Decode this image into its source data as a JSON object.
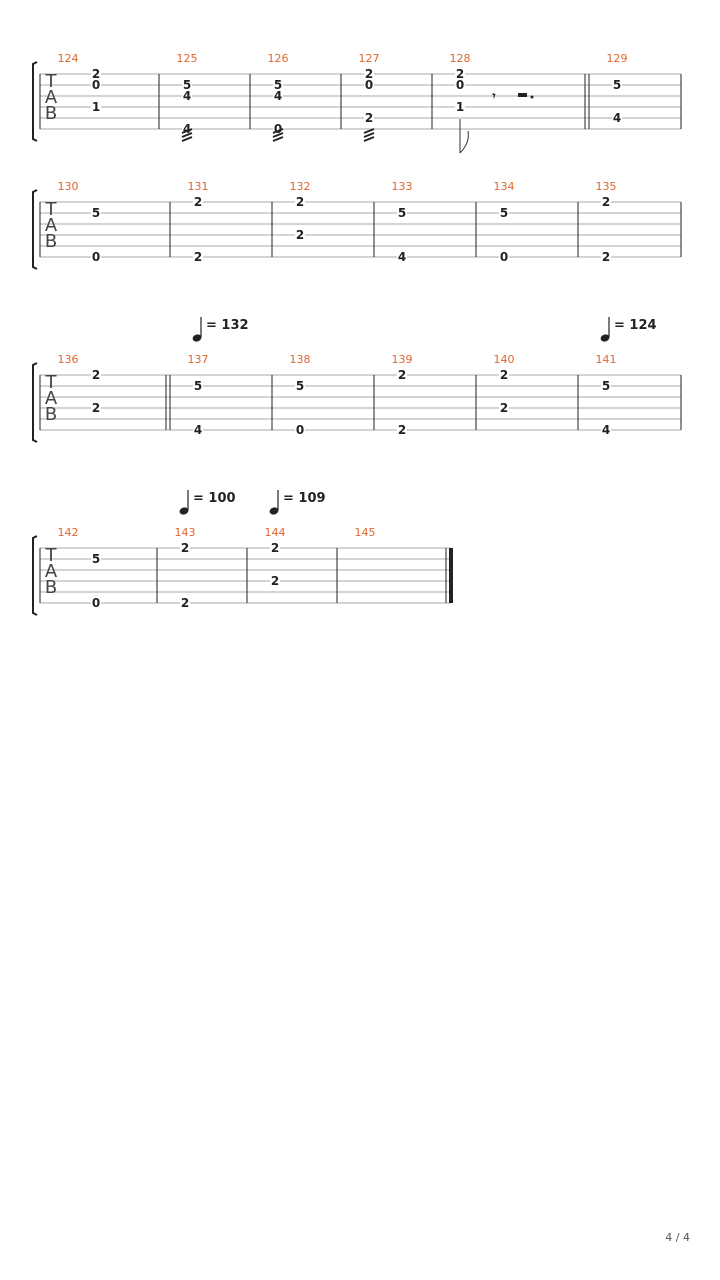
{
  "tab_letters": [
    "T",
    "A",
    "B"
  ],
  "page_number": "4 / 4",
  "systems": [
    {
      "measures": [
        {
          "number": "124",
          "notes": [
            {
              "pos": 0,
              "string": 1,
              "fret": "2"
            },
            {
              "pos": 0,
              "string": 2,
              "fret": "0"
            },
            {
              "pos": 0,
              "string": 4,
              "fret": "1"
            }
          ]
        },
        {
          "number": "125",
          "notes": [
            {
              "pos": 0,
              "string": 2,
              "fret": "5"
            },
            {
              "pos": 0,
              "string": 3,
              "fret": "4"
            },
            {
              "pos": 0,
              "string": 6,
              "fret": "4"
            }
          ],
          "tremolo": true
        },
        {
          "number": "126",
          "notes": [
            {
              "pos": 0,
              "string": 2,
              "fret": "5"
            },
            {
              "pos": 0,
              "string": 3,
              "fret": "4"
            },
            {
              "pos": 0,
              "string": 6,
              "fret": "0"
            }
          ],
          "tremolo": true
        },
        {
          "number": "127",
          "notes": [
            {
              "pos": 0,
              "string": 1,
              "fret": "2"
            },
            {
              "pos": 0,
              "string": 2,
              "fret": "0"
            },
            {
              "pos": 0,
              "string": 5,
              "fret": "2"
            }
          ],
          "tremolo": true
        },
        {
          "number": "128",
          "notes": [
            {
              "pos": 0,
              "string": 1,
              "fret": "2"
            },
            {
              "pos": 0,
              "string": 2,
              "fret": "0"
            },
            {
              "pos": 0,
              "string": 4,
              "fret": "1"
            }
          ],
          "flag": true,
          "rests": true
        },
        {
          "number": "129",
          "notes": [
            {
              "pos": 0,
              "string": 2,
              "fret": "5"
            },
            {
              "pos": 0,
              "string": 5,
              "fret": "4"
            }
          ]
        }
      ]
    },
    {
      "measures": [
        {
          "number": "130",
          "notes": [
            {
              "pos": 0,
              "string": 2,
              "fret": "5"
            },
            {
              "pos": 0,
              "string": 6,
              "fret": "0"
            }
          ]
        },
        {
          "number": "131",
          "notes": [
            {
              "pos": 0,
              "string": 1,
              "fret": "2"
            },
            {
              "pos": 0,
              "string": 6,
              "fret": "2"
            }
          ]
        },
        {
          "number": "132",
          "notes": [
            {
              "pos": 0,
              "string": 1,
              "fret": "2"
            },
            {
              "pos": 0,
              "string": 4,
              "fret": "2"
            }
          ]
        },
        {
          "number": "133",
          "notes": [
            {
              "pos": 0,
              "string": 2,
              "fret": "5"
            },
            {
              "pos": 0,
              "string": 6,
              "fret": "4"
            }
          ]
        },
        {
          "number": "134",
          "notes": [
            {
              "pos": 0,
              "string": 2,
              "fret": "5"
            },
            {
              "pos": 0,
              "string": 6,
              "fret": "0"
            }
          ]
        },
        {
          "number": "135",
          "notes": [
            {
              "pos": 0,
              "string": 1,
              "fret": "2"
            },
            {
              "pos": 0,
              "string": 6,
              "fret": "2"
            }
          ]
        }
      ]
    },
    {
      "tempos": [
        {
          "measure_index": 1,
          "label": "= 132"
        },
        {
          "measure_index": 5,
          "label": "= 124"
        }
      ],
      "measures": [
        {
          "number": "136",
          "notes": [
            {
              "pos": 0,
              "string": 1,
              "fret": "2"
            },
            {
              "pos": 0,
              "string": 4,
              "fret": "2"
            }
          ]
        },
        {
          "number": "137",
          "notes": [
            {
              "pos": 0,
              "string": 2,
              "fret": "5"
            },
            {
              "pos": 0,
              "string": 6,
              "fret": "4"
            }
          ]
        },
        {
          "number": "138",
          "notes": [
            {
              "pos": 0,
              "string": 2,
              "fret": "5"
            },
            {
              "pos": 0,
              "string": 6,
              "fret": "0"
            }
          ]
        },
        {
          "number": "139",
          "notes": [
            {
              "pos": 0,
              "string": 1,
              "fret": "2"
            },
            {
              "pos": 0,
              "string": 6,
              "fret": "2"
            }
          ]
        },
        {
          "number": "140",
          "notes": [
            {
              "pos": 0,
              "string": 1,
              "fret": "2"
            },
            {
              "pos": 0,
              "string": 4,
              "fret": "2"
            }
          ]
        },
        {
          "number": "141",
          "notes": [
            {
              "pos": 0,
              "string": 2,
              "fret": "5"
            },
            {
              "pos": 0,
              "string": 6,
              "fret": "4"
            }
          ]
        }
      ]
    },
    {
      "tempos": [
        {
          "measure_index": 1,
          "label": "= 100"
        },
        {
          "measure_index": 2,
          "label": "= 109"
        }
      ],
      "measures": [
        {
          "number": "142",
          "notes": [
            {
              "pos": 0,
              "string": 2,
              "fret": "5"
            },
            {
              "pos": 0,
              "string": 6,
              "fret": "0"
            }
          ]
        },
        {
          "number": "143",
          "notes": [
            {
              "pos": 0,
              "string": 1,
              "fret": "2"
            },
            {
              "pos": 0,
              "string": 6,
              "fret": "2"
            }
          ]
        },
        {
          "number": "144",
          "notes": [
            {
              "pos": 0,
              "string": 1,
              "fret": "2"
            },
            {
              "pos": 0,
              "string": 4,
              "fret": "2"
            }
          ]
        },
        {
          "number": "145",
          "notes": []
        }
      ]
    }
  ]
}
